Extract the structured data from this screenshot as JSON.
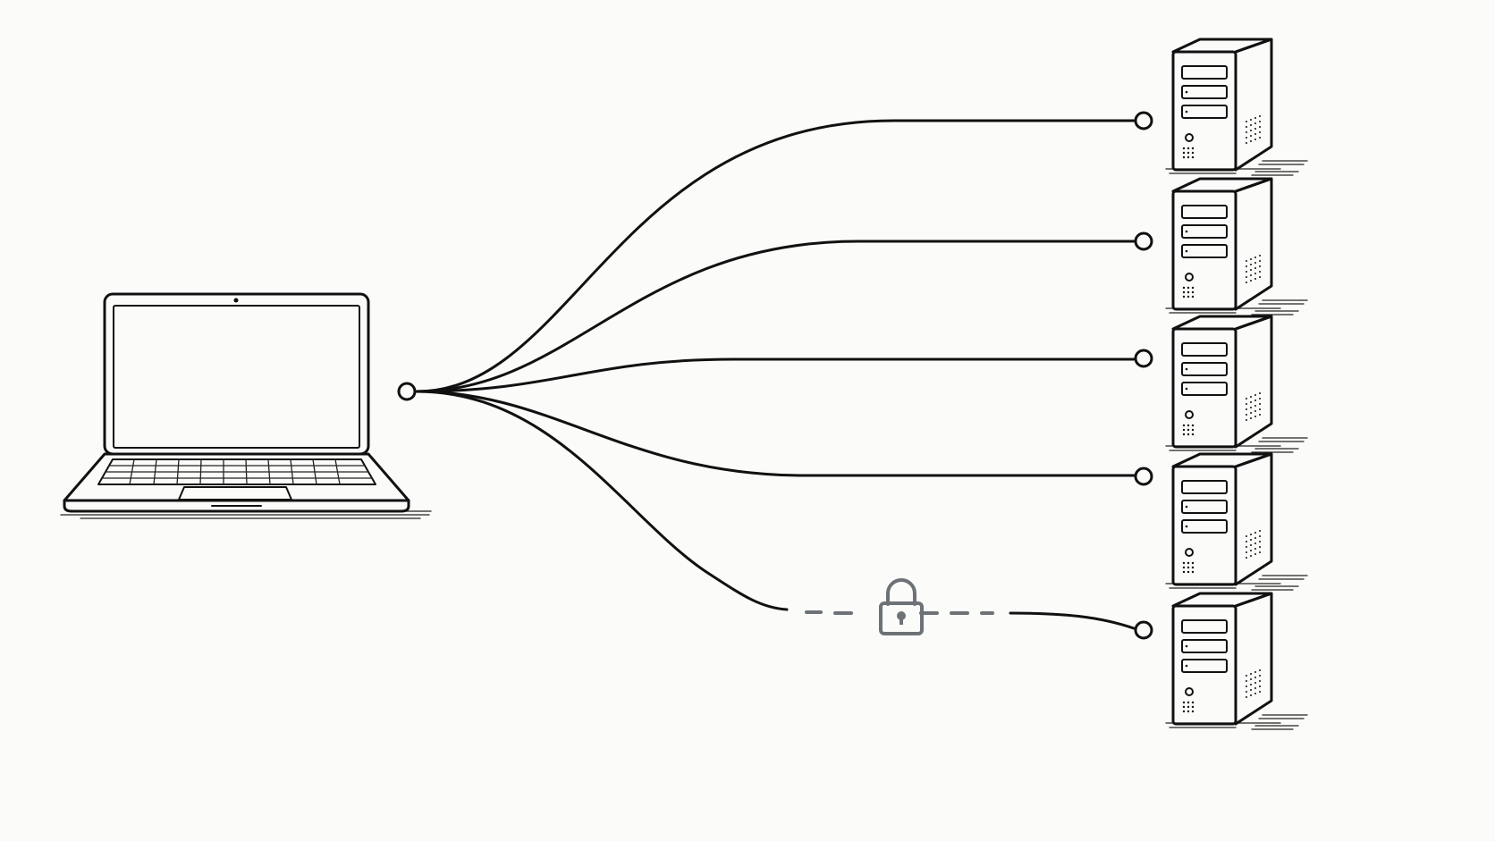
{
  "diagram": {
    "source": {
      "kind": "laptop",
      "icon": "laptop-icon"
    },
    "targets": [
      {
        "kind": "server",
        "icon": "server-tower-icon",
        "link": "solid"
      },
      {
        "kind": "server",
        "icon": "server-tower-icon",
        "link": "solid"
      },
      {
        "kind": "server",
        "icon": "server-tower-icon",
        "link": "solid"
      },
      {
        "kind": "server",
        "icon": "server-tower-icon",
        "link": "solid"
      },
      {
        "kind": "server",
        "icon": "server-tower-icon",
        "link": "locked-dashed"
      }
    ],
    "lock_icon": "padlock-icon",
    "colors": {
      "line": "#111111",
      "locked_segment": "#6d7276",
      "background": "#fbfbfa"
    }
  }
}
